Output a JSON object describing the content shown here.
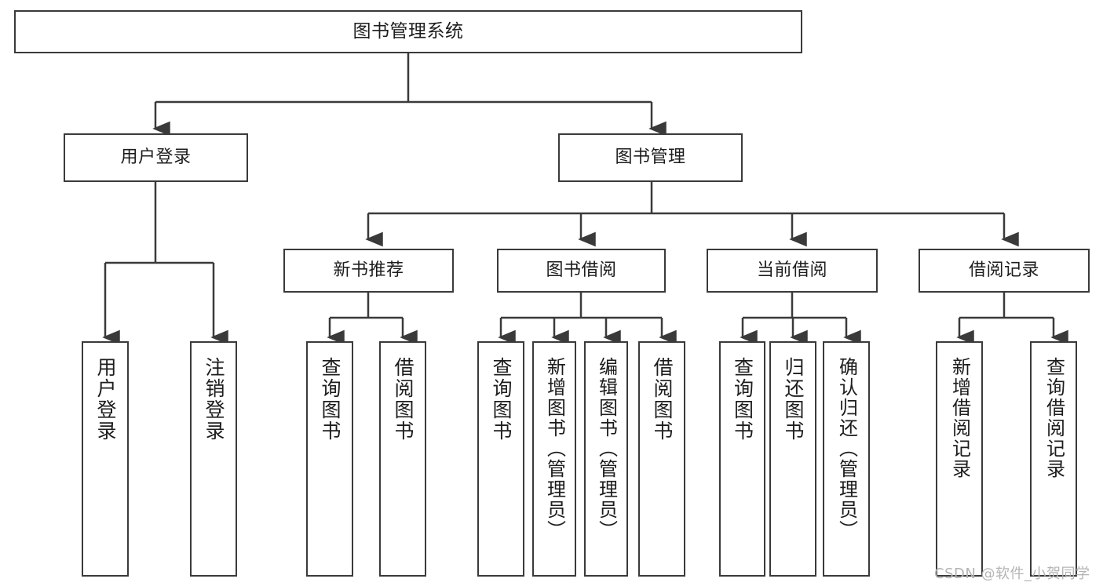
{
  "diagram": {
    "title": "图书管理系统",
    "type": "function-structure-tree",
    "root": {
      "label": "图书管理系统"
    },
    "level2": [
      {
        "label": "用户登录"
      },
      {
        "label": "图书管理"
      }
    ],
    "level3": [
      {
        "label": "新书推荐"
      },
      {
        "label": "图书借阅"
      },
      {
        "label": "当前借阅"
      },
      {
        "label": "借阅记录"
      }
    ],
    "leaves": {
      "user_login": [
        {
          "label": "用户登录"
        },
        {
          "label": "注销登录"
        }
      ],
      "new_book_recommend": [
        {
          "label": "查询图书"
        },
        {
          "label": "借阅图书"
        }
      ],
      "book_borrow": [
        {
          "label": "查询图书"
        },
        {
          "label": "新增图书（管理员）"
        },
        {
          "label": "编辑图书（管理员）"
        },
        {
          "label": "借阅图书"
        }
      ],
      "current_borrow": [
        {
          "label": "查询图书"
        },
        {
          "label": "归还图书"
        },
        {
          "label": "确认归还（管理员）"
        }
      ],
      "borrow_record": [
        {
          "label": "新增借阅记录"
        },
        {
          "label": "查询借阅记录"
        }
      ]
    }
  },
  "watermark": {
    "text": "CSDN @软件_小贺同学"
  },
  "colors": {
    "stroke": "#3a3a3a",
    "fill": "#ffffff",
    "text": "#1d1d1d",
    "watermark": "#b4b4b4"
  }
}
